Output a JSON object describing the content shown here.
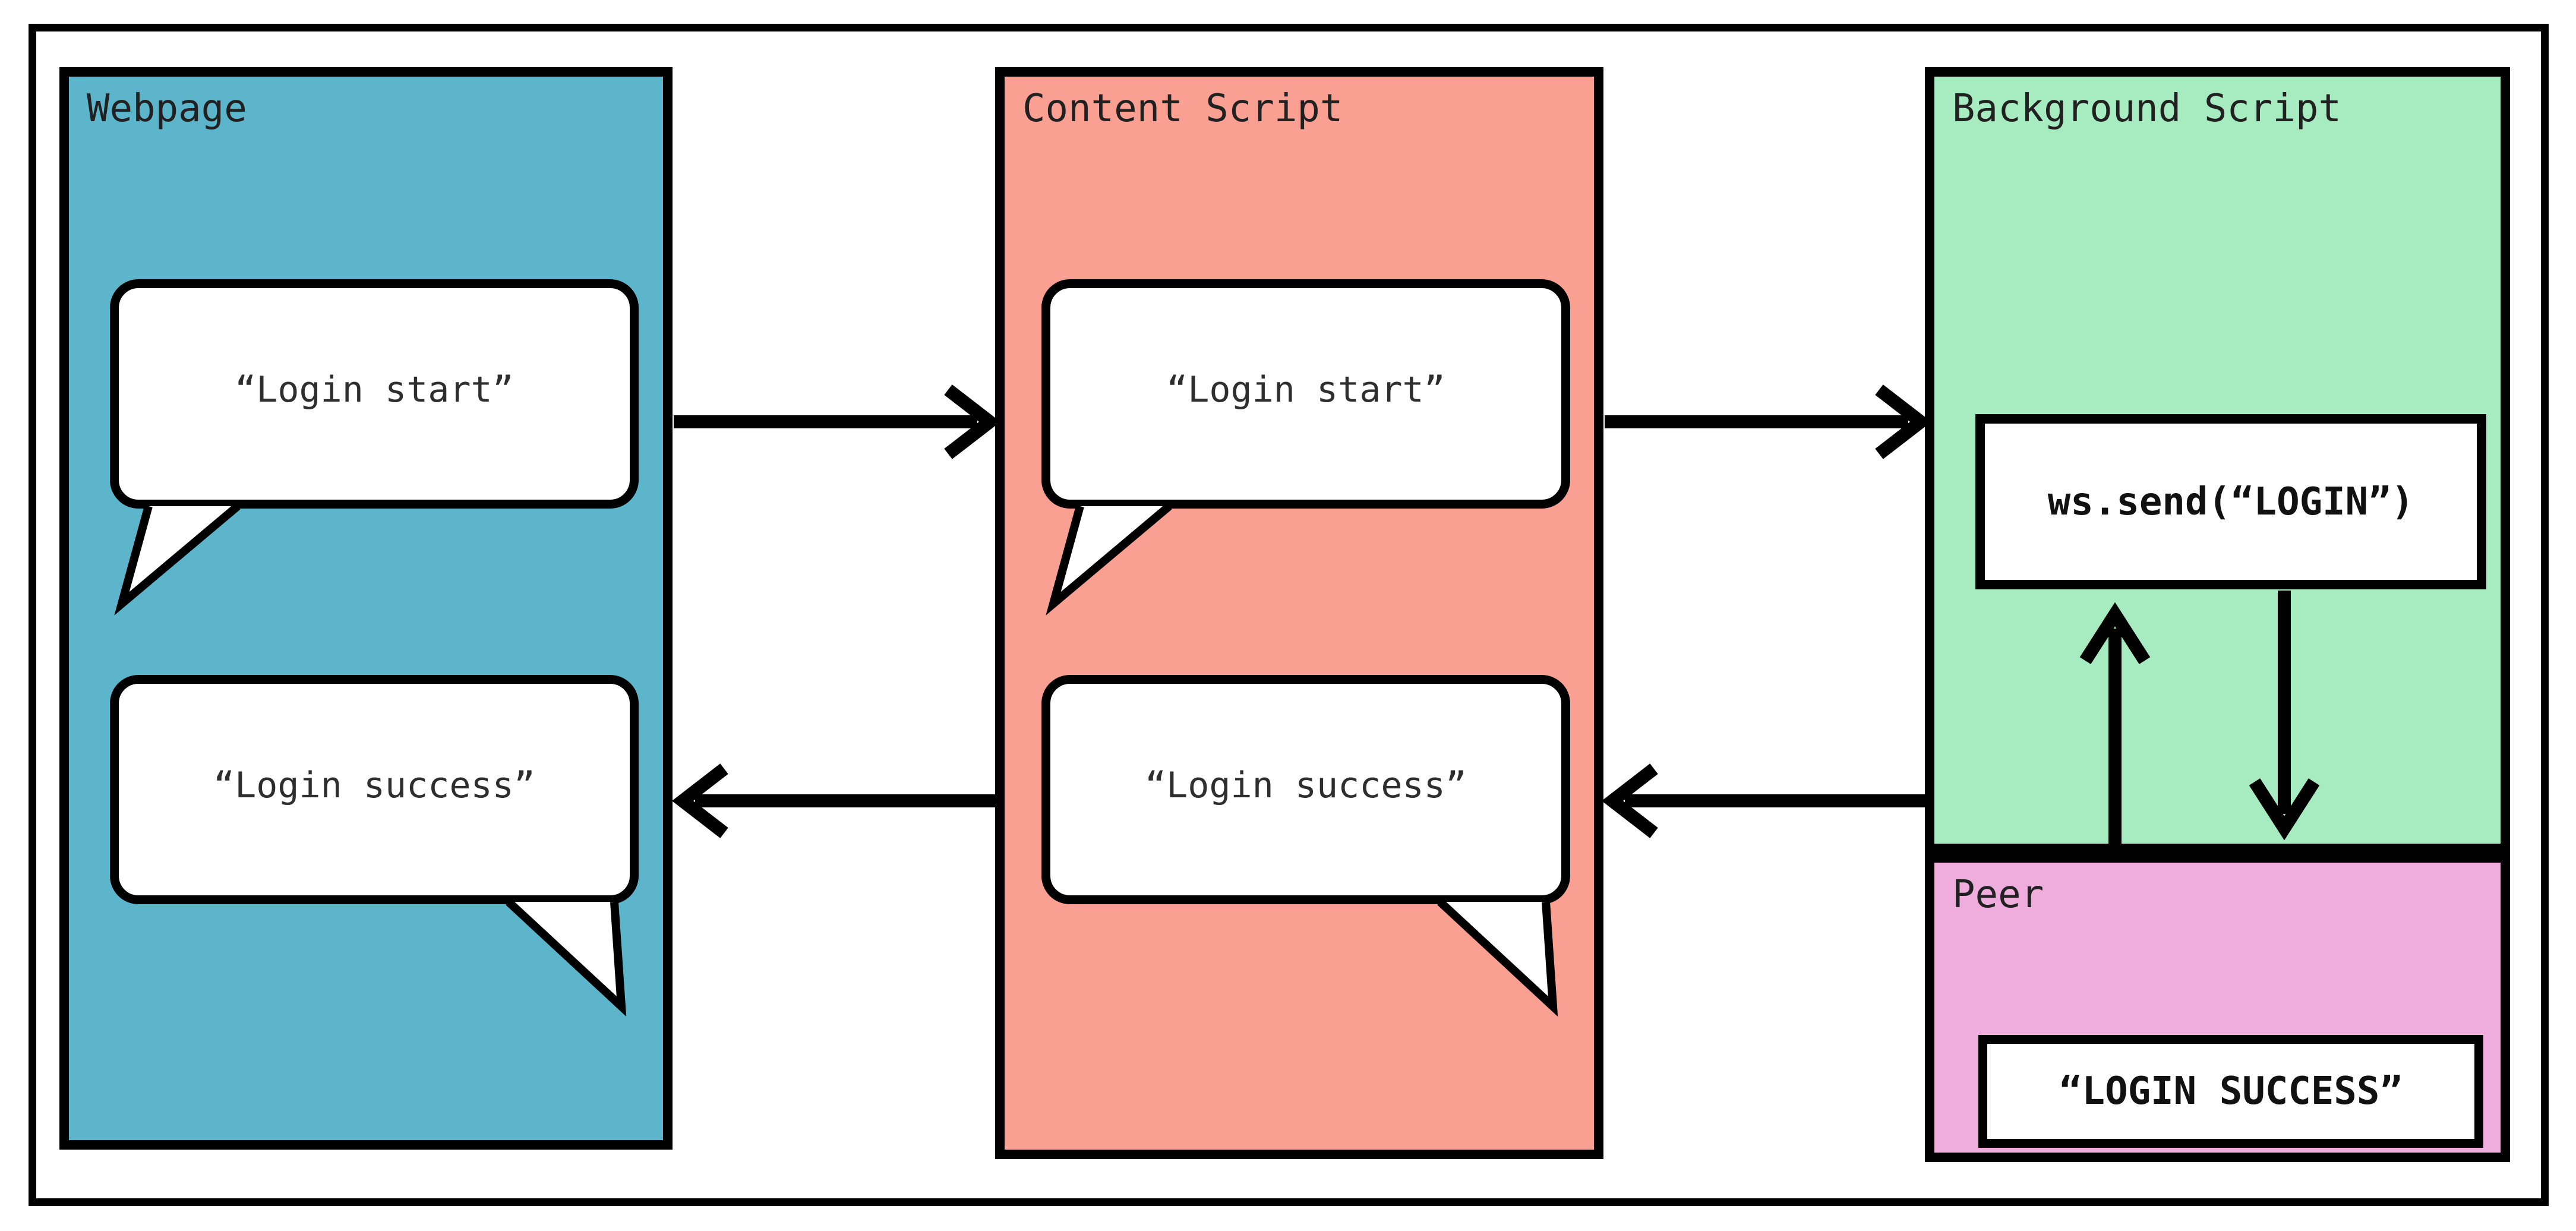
{
  "diagram": {
    "webpage": {
      "label": "Webpage",
      "fill": "#5db5cb",
      "bubbles": [
        {
          "text": "“Login start”"
        },
        {
          "text": "“Login success”"
        }
      ]
    },
    "content_script": {
      "label": "Content Script",
      "fill": "#f9a092",
      "bubbles": [
        {
          "text": "“Login start”"
        },
        {
          "text": "“Login success”"
        }
      ]
    },
    "background_script": {
      "label": "Background Script",
      "fill": "#a7ecc0",
      "code_box": {
        "text": "ws.send(“LOGIN”)"
      }
    },
    "peer": {
      "label": "Peer",
      "fill": "#eeaddd",
      "message_box": {
        "text": "“LOGIN SUCCESS”"
      }
    },
    "colors": {
      "border": "#000000",
      "bubble_fill": "#ffffff",
      "label_text": "#212121"
    },
    "arrows": [
      {
        "name": "webpage-to-content-start",
        "direction": "right"
      },
      {
        "name": "content-to-background-start",
        "direction": "right"
      },
      {
        "name": "background-to-content-success",
        "direction": "left"
      },
      {
        "name": "content-to-webpage-success",
        "direction": "left"
      },
      {
        "name": "peer-to-wssend",
        "direction": "up"
      },
      {
        "name": "wssend-to-peer",
        "direction": "down"
      }
    ]
  }
}
